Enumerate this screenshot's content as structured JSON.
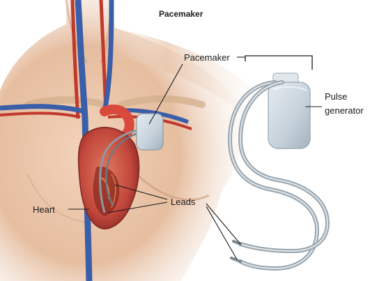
{
  "title": "Pacemaker",
  "labels": {
    "pacemaker": "Pacemaker",
    "pulse_line1": "Pulse",
    "pulse_line2": "generator",
    "heart": "Heart",
    "leads": "Leads"
  },
  "colors": {
    "skin": "#e8c2a4",
    "skin_shadow": "#c99a7c",
    "heart": "#c8534a",
    "vein": "#3b5ea8",
    "artery": "#c0392b",
    "device": "#b9c6cf",
    "lead": "#a9b3ba"
  }
}
